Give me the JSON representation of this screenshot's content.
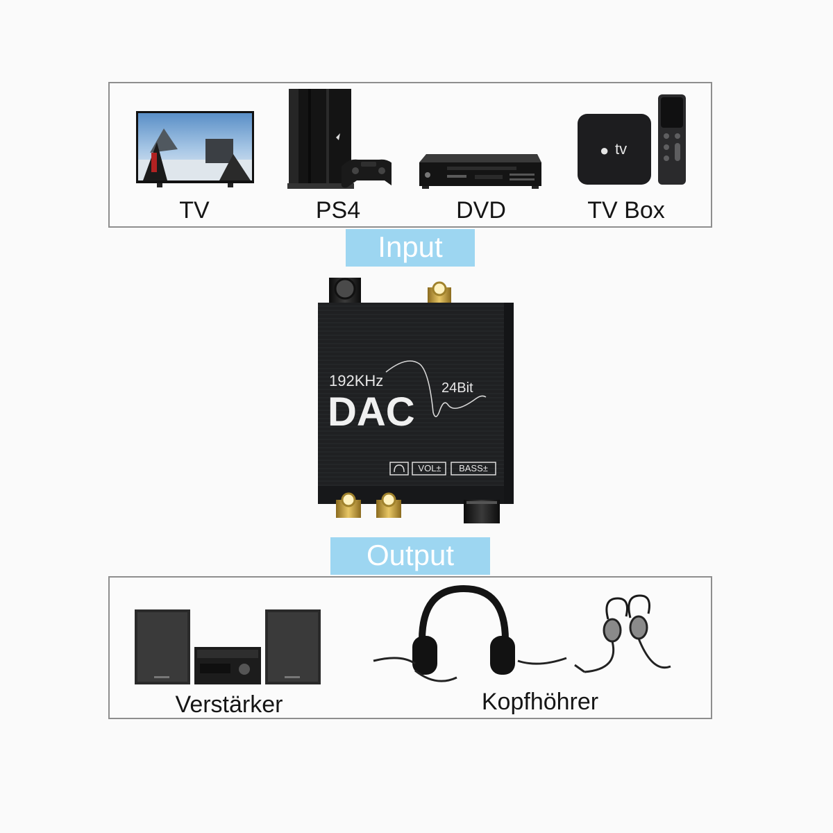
{
  "input": {
    "tag": "Input",
    "devices": [
      {
        "label": "TV",
        "icon": "tv-icon"
      },
      {
        "label": "PS4",
        "icon": "ps4-console-icon"
      },
      {
        "label": "DVD",
        "icon": "dvd-player-icon"
      },
      {
        "label": "TV Box",
        "icon": "tv-box-icon"
      }
    ],
    "tv_box_logo": "tv"
  },
  "dac": {
    "freq": "192KHz",
    "bit": "24Bit",
    "name": "DAC",
    "vol": "VOL±",
    "bass": "BASS±"
  },
  "output": {
    "tag": "Output",
    "devices": [
      {
        "label": "Verstärker",
        "icon": "amplifier-speakers-icon"
      },
      {
        "label": "Kopfhöhrer",
        "icon": "headphones-icon"
      }
    ]
  },
  "colors": {
    "tag_bg": "#9dd6f1",
    "panel_border": "#8e8e8e",
    "dac_body": "#1e1f21",
    "gold_connector": "#caa64a"
  }
}
